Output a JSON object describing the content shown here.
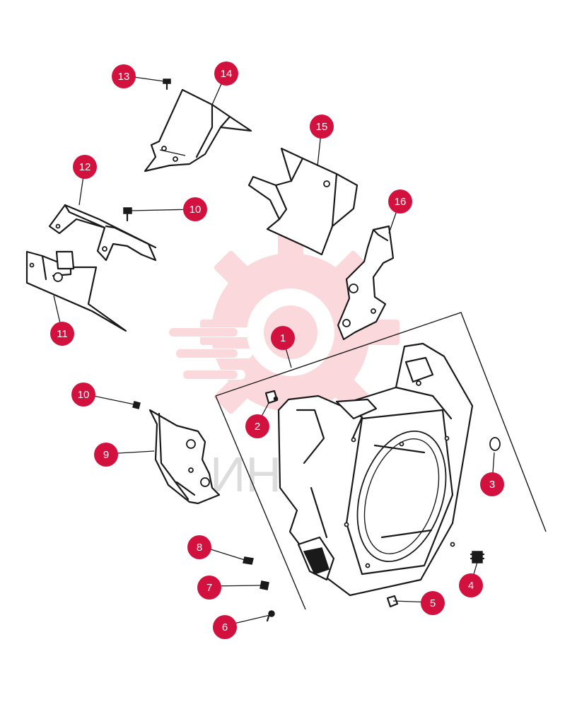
{
  "watermark": {
    "text": "ИНТЕХ",
    "color": "#f05060"
  },
  "badge_color": "#d3113e",
  "callouts": [
    {
      "id": "1",
      "label": "1"
    },
    {
      "id": "2",
      "label": "2"
    },
    {
      "id": "3",
      "label": "3"
    },
    {
      "id": "4",
      "label": "4"
    },
    {
      "id": "5",
      "label": "5"
    },
    {
      "id": "6",
      "label": "6"
    },
    {
      "id": "7",
      "label": "7"
    },
    {
      "id": "8",
      "label": "8"
    },
    {
      "id": "9",
      "label": "9"
    },
    {
      "id": "10a",
      "label": "10"
    },
    {
      "id": "10b",
      "label": "10"
    },
    {
      "id": "11",
      "label": "11"
    },
    {
      "id": "12",
      "label": "12"
    },
    {
      "id": "13",
      "label": "13"
    },
    {
      "id": "14",
      "label": "14"
    },
    {
      "id": "15",
      "label": "15"
    },
    {
      "id": "16",
      "label": "16"
    }
  ]
}
